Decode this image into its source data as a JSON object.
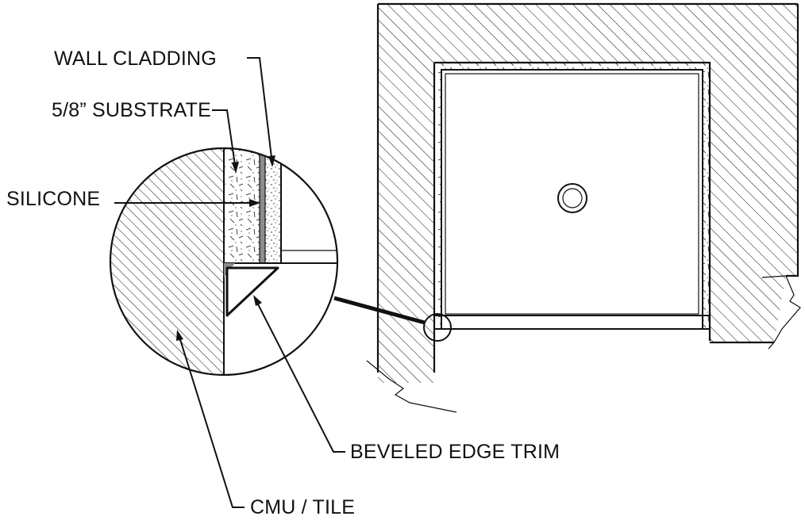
{
  "labels": {
    "wall_cladding": "WALL CLADDING",
    "substrate": "5/8” SUBSTRATE",
    "silicone": "SILICONE",
    "beveled_edge_trim": "BEVELED EDGE TRIM",
    "cmu_tile": "CMU / TILE"
  },
  "colors": {
    "line": "#111111",
    "background": "#ffffff",
    "silicone": "#8c8c8c"
  }
}
